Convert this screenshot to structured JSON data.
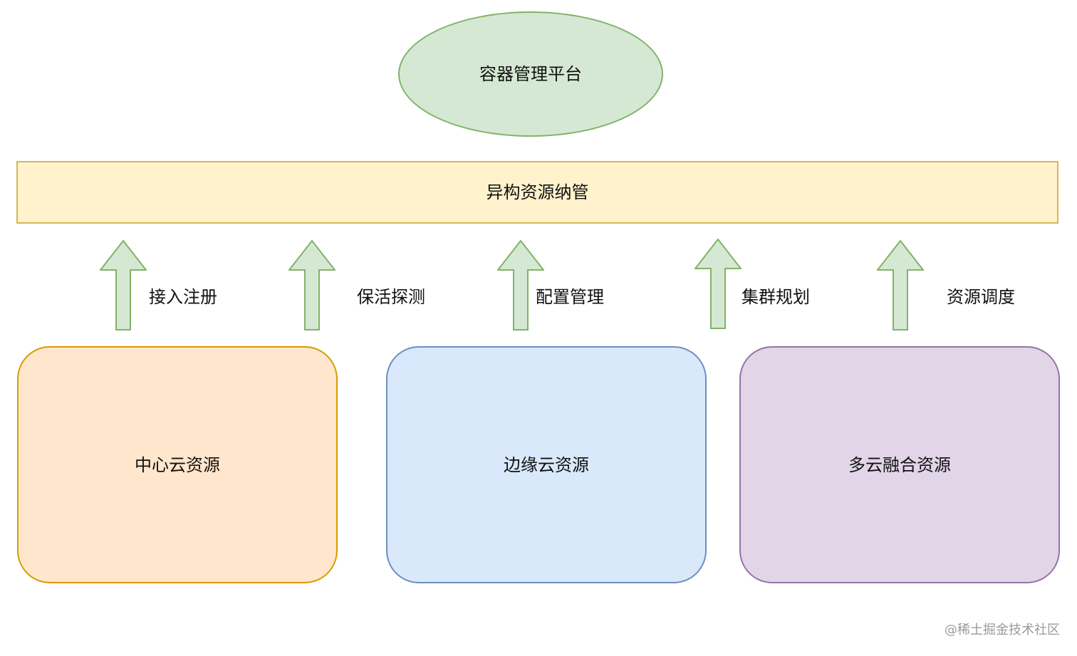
{
  "platform": {
    "label": "容器管理平台"
  },
  "management_layer": {
    "label": "异构资源纳管"
  },
  "capabilities": [
    {
      "label": "接入注册"
    },
    {
      "label": "保活探测"
    },
    {
      "label": "配置管理"
    },
    {
      "label": "集群规划"
    },
    {
      "label": "资源调度"
    }
  ],
  "resources": [
    {
      "label": "中心云资源",
      "fill": "#ffe6cc",
      "stroke": "#d79b00"
    },
    {
      "label": "边缘云资源",
      "fill": "#dae8fc",
      "stroke": "#6c8ebf"
    },
    {
      "label": "多云融合资源",
      "fill": "#e1d5e7",
      "stroke": "#9673a6"
    }
  ],
  "watermark": "@稀土掘金技术社区",
  "colors": {
    "platform_fill": "#d5e8d4",
    "platform_stroke": "#82b366",
    "layer_fill": "#fff2cc",
    "layer_stroke": "#d6b656",
    "arrow_fill": "#d5e8d4",
    "arrow_stroke": "#82b366"
  }
}
